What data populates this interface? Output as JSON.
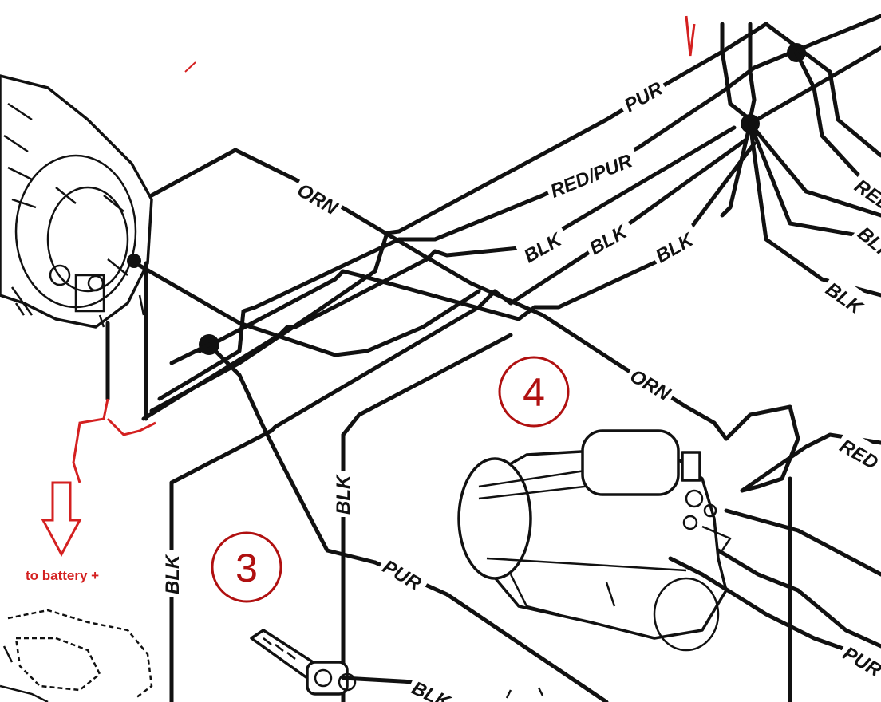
{
  "wire_labels": {
    "pur_top": "PUR",
    "red_pur": "RED/PUR",
    "orn_upper": "ORN",
    "blk_1": "BLK",
    "blk_2": "BLK",
    "blk_3": "BLK",
    "red_right": "RED",
    "blk_right_top": "BLK",
    "blk_right_mid": "BLK",
    "orn_lower": "ORN",
    "red_starter": "RED",
    "blk_vertical_center": "BLK",
    "blk_vertical_left": "BLK",
    "pur_lower": "PUR",
    "pur_right": "PUR",
    "blk_bottom": "BLK"
  },
  "markers": {
    "three": "3",
    "four": "4"
  },
  "annotation": {
    "battery_text": "to battery +",
    "color": "#d42020"
  },
  "colors": {
    "marker": "#b01010",
    "wire": "#111111"
  }
}
